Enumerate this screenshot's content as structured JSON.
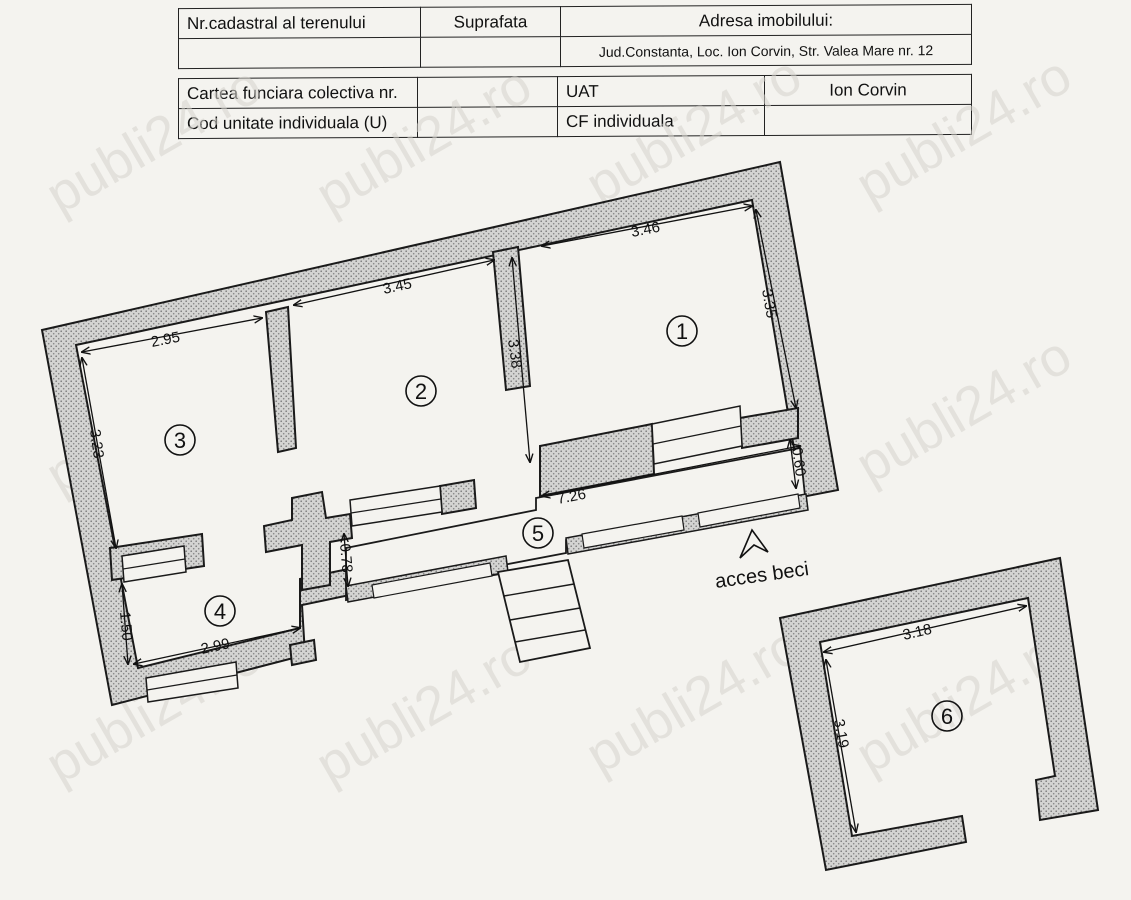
{
  "table1": {
    "headers": [
      "Nr.cadastral al terenului",
      "Suprafata",
      "Adresa imobilului:"
    ],
    "row": [
      "",
      "",
      "Jud.Constanta, Loc. Ion Corvin, Str. Valea Mare nr. 12"
    ]
  },
  "table2": {
    "rows": [
      [
        "Cartea funciara colectiva nr.",
        "",
        "UAT",
        "Ion Corvin"
      ],
      [
        "Cod unitate individuala (U)",
        "",
        "CF individuala",
        ""
      ]
    ]
  },
  "rooms": [
    "1",
    "2",
    "3",
    "4",
    "5",
    "6"
  ],
  "dimensions": {
    "r1_width": "3.46",
    "r1_depth": "3.35",
    "r2_width": "3.45",
    "r2_depth": "3.38",
    "r3_width": "2.95",
    "r3_depth": "3.23",
    "r4_width": "2.99",
    "r4_depth": "1.50",
    "r5_length": "7.26",
    "r5_depth": "0.78",
    "porch_depth": "0.60",
    "r6_width": "3.18",
    "r6_depth": "3.19"
  },
  "annotations": {
    "cellar_access": "acces beci"
  },
  "watermark": "publi24.ro",
  "colors": {
    "wall_fill": "#cfcfcf",
    "line": "#1a1a1a",
    "paper": "#f4f3ef"
  }
}
